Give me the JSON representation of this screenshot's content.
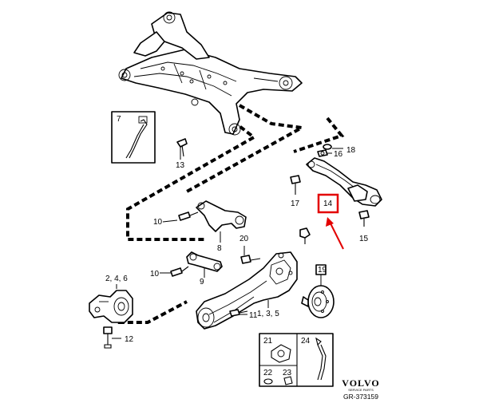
{
  "diagram": {
    "callouts": {
      "c1": "1, 3, 5",
      "c2": "2, 4, 6",
      "c7": "7",
      "c8": "8",
      "c9": "9",
      "c10a": "10",
      "c10b": "10",
      "c11": "11",
      "c12": "12",
      "c13": "13",
      "c14": "14",
      "c15": "15",
      "c16": "16",
      "c17": "17",
      "c18": "18",
      "c19": "19",
      "c20": "20",
      "c21": "21",
      "c22": "22",
      "c23": "23",
      "c24": "24"
    },
    "brand": {
      "name": "VOLVO",
      "sub": "SERVICE PARTS"
    },
    "reference": "GR-373159",
    "highlight_color": "#e30000",
    "arrow_color": "#e30000"
  }
}
